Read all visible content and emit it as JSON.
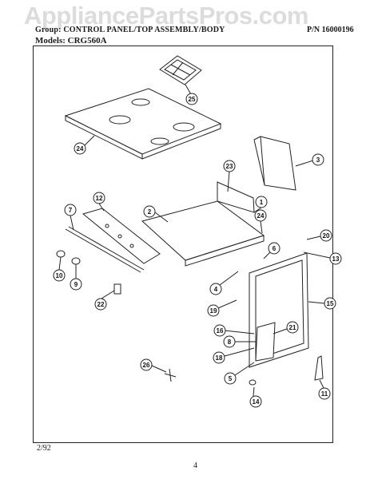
{
  "header": {
    "watermark": "AppliancePartsPros.com",
    "title": "Group: CONTROL PANEL/TOP ASSEMBLY/BODY",
    "part_number": "P/N 16000196",
    "models": "Models:  CRG560A"
  },
  "callouts": [
    "1",
    "2",
    "3",
    "4",
    "5",
    "6",
    "7",
    "8",
    "9",
    "10",
    "11",
    "12",
    "13",
    "14",
    "15",
    "16",
    "18",
    "19",
    "20",
    "21",
    "22",
    "23",
    "24",
    "24",
    "25",
    "26"
  ],
  "footer": {
    "date": "2/92",
    "page": "4"
  }
}
